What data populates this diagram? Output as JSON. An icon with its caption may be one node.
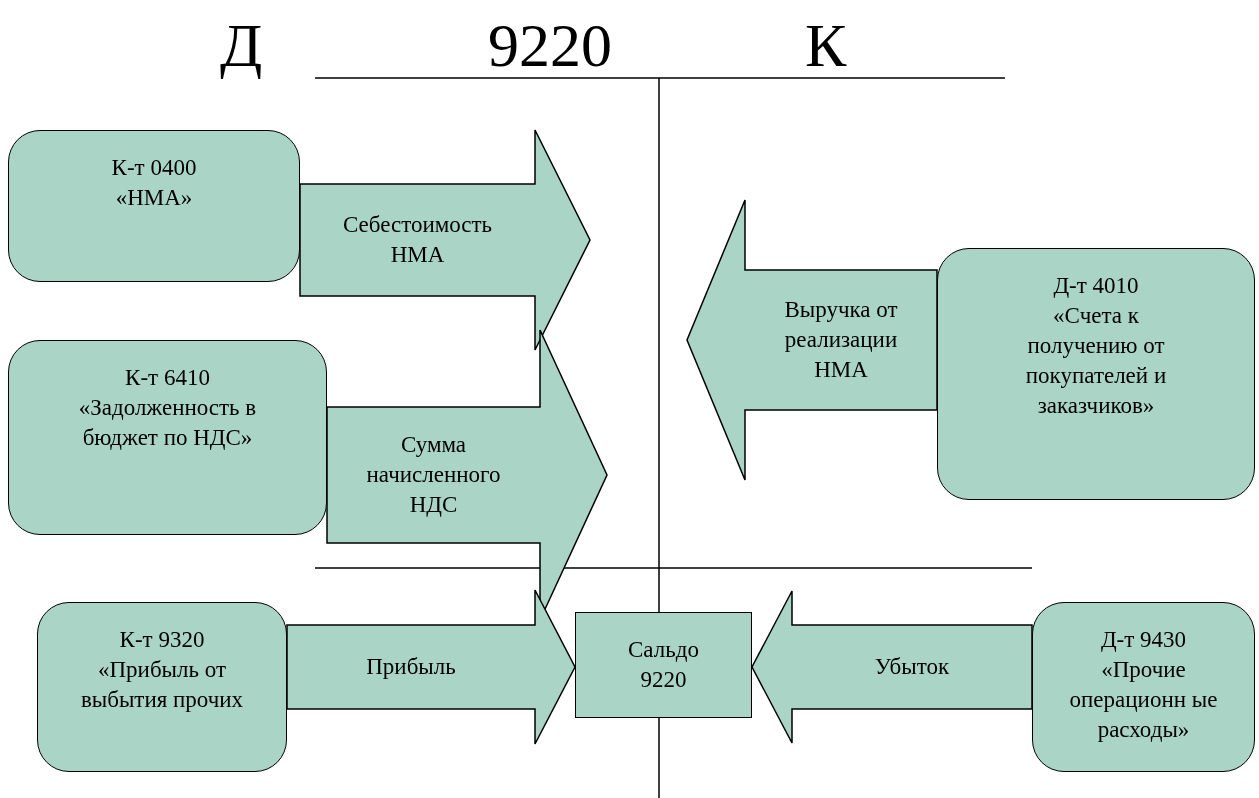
{
  "diagram": {
    "nodes": [
      {
        "text": [
          "К-т 0400",
          "«НМА»"
        ]
      },
      {
        "text": [
          "К-т 6410",
          "«Задолженность в бюджет по НДС»"
        ]
      },
      {
        "text": [
          "Д-т 4010",
          "«Счета к получению от покупателей и заказчиков»"
        ]
      },
      {
        "text": [
          "К-т 9320",
          "«Прибыль от выбытия прочих"
        ]
      },
      {
        "text": [
          "Сальдо 9220"
        ]
      },
      {
        "text": [
          "Д-т 9430",
          "«Прочие операционн ые расходы»"
        ]
      }
    ],
    "edges": [
      {
        "from": 0,
        "to": null,
        "arrow": "to",
        "label": "Себестоимость НМА"
      },
      {
        "from": 1,
        "to": null,
        "arrow": "to",
        "label": "Сумма начисленного НДС"
      },
      {
        "from": 2,
        "to": null,
        "arrow": "to",
        "label": "Выручка от реализации НМА"
      },
      {
        "from": 3,
        "to": 4,
        "arrow": "to",
        "label": "Прибыль"
      },
      {
        "from": 5,
        "to": 4,
        "arrow": "to",
        "label": "Убыток"
      }
    ],
    "labels": [
      "Д",
      "9220",
      "К"
    ]
  }
}
